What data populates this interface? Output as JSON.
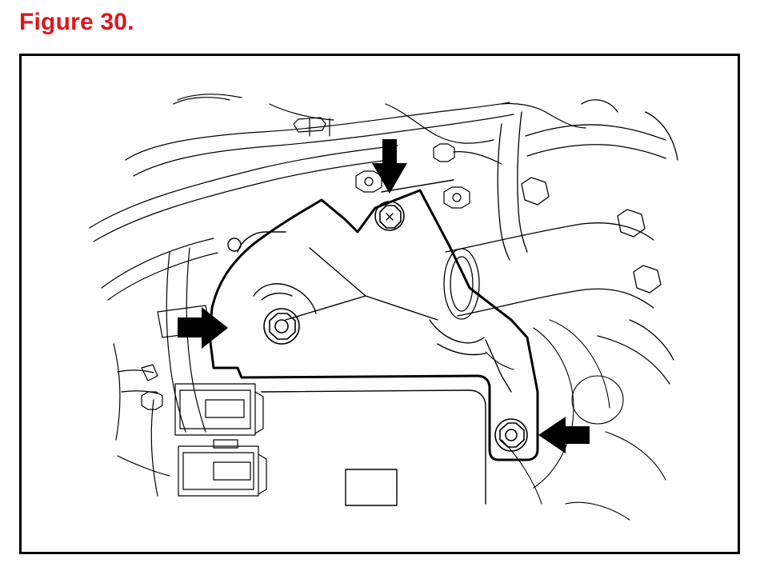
{
  "figure": {
    "title": "Figure 30.",
    "title_color": "#e0141c"
  },
  "illustration": {
    "line_color": "#000000",
    "highlight_color": "#000000",
    "callout_arrows": [
      "arrow-left-bolt",
      "arrow-top-bolt",
      "arrow-right-bolt"
    ],
    "bolt_count": 3
  }
}
